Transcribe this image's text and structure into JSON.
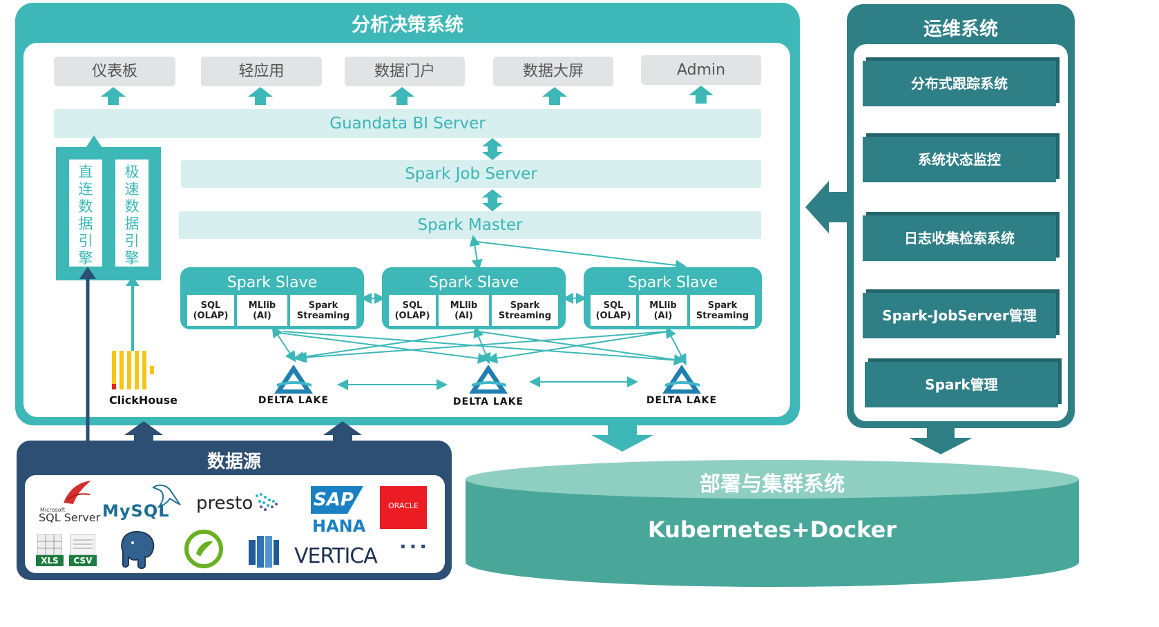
{
  "analysis": {
    "title": "分析决策系统",
    "outputs": [
      "仪表板",
      "轻应用",
      "数据门户",
      "数据大屏",
      "Admin"
    ],
    "bi_server": "Guandata BI Server",
    "job_server": "Spark Job Server",
    "master": "Spark Master",
    "engines": {
      "direct": [
        "直",
        "连",
        "数",
        "据",
        "引",
        "擎"
      ],
      "fast": [
        "极",
        "速",
        "数",
        "据",
        "引",
        "擎"
      ]
    },
    "slaves": [
      {
        "title": "Spark Slave",
        "cells": [
          "SQL\n(OLAP)",
          "MLlib\n(AI)",
          "Spark\nStreaming"
        ]
      },
      {
        "title": "Spark Slave",
        "cells": [
          "SQL\n(OLAP)",
          "MLlib\n(AI)",
          "Spark\nStreaming"
        ]
      },
      {
        "title": "Spark Slave",
        "cells": [
          "SQL\n(OLAP)",
          "MLlib\n(AI)",
          "Spark\nStreaming"
        ]
      }
    ],
    "clickhouse": "ClickHouse",
    "delta_lake": [
      "DELTA LAKE",
      "DELTA LAKE",
      "DELTA LAKE"
    ]
  },
  "ops": {
    "title": "运维系统",
    "items": [
      "分布式跟踪系统",
      "系统状态监控",
      "日志收集检索系统",
      "Spark-JobServer管理",
      "Spark管理"
    ]
  },
  "datasource": {
    "title": "数据源",
    "logos": {
      "sqlserver_small": "Microsoft",
      "sqlserver": "SQL Server",
      "mysql": "MySQL",
      "presto": "presto",
      "sap": "SAP",
      "hana": "HANA",
      "oracle": "ORACLE",
      "xls": "XLS",
      "csv": "CSV",
      "vertica": "VERTICA",
      "more": "..."
    }
  },
  "deploy": {
    "title": "部署与集群系统",
    "subtitle": "Kubernetes+Docker"
  },
  "colors": {
    "teal": "#3db7b7",
    "dark_teal": "#2f7f87",
    "navy": "#2d4f73",
    "light_teal_bar": "#d7efef",
    "cylinder": "#49a79a"
  }
}
